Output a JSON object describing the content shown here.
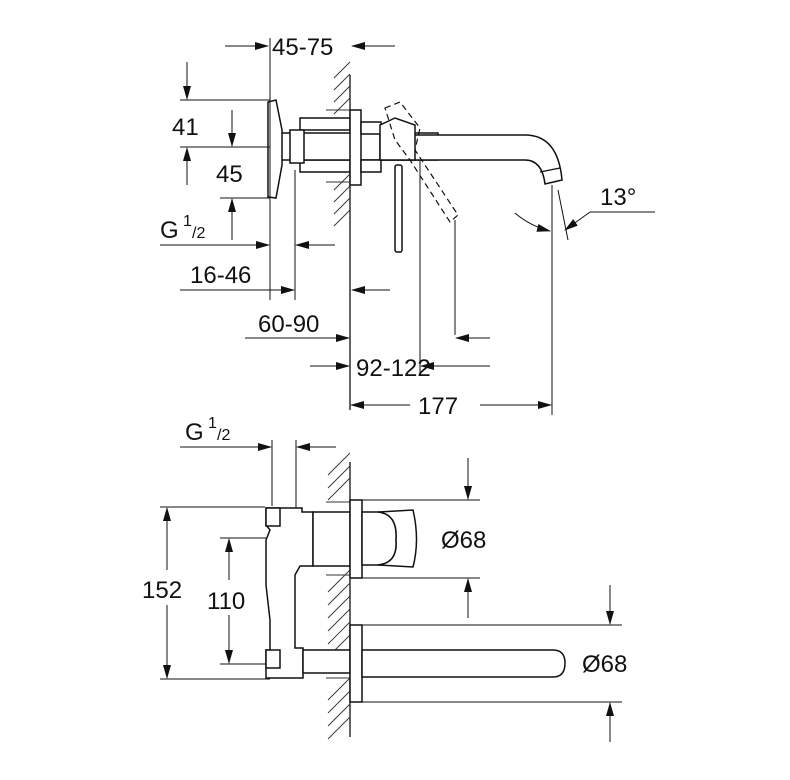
{
  "top_view": {
    "dim_wall_depth": "45-75",
    "dim_upper_height": "41",
    "dim_lower_height": "45",
    "thread_label": "G",
    "thread_num": "1",
    "thread_den": "/2",
    "dim_handle_offset": "16-46",
    "dim_plate_offset": "60-90",
    "dim_lever_offset": "92-122",
    "dim_spout_length": "177",
    "spout_angle": "13°"
  },
  "side_view": {
    "thread_label": "G",
    "thread_num": "1",
    "thread_den": "/2",
    "dim_total_height": "152",
    "dim_inlet_spacing": "110",
    "handle_rosette_diameter": "Ø68",
    "spout_rosette_diameter": "Ø68"
  }
}
